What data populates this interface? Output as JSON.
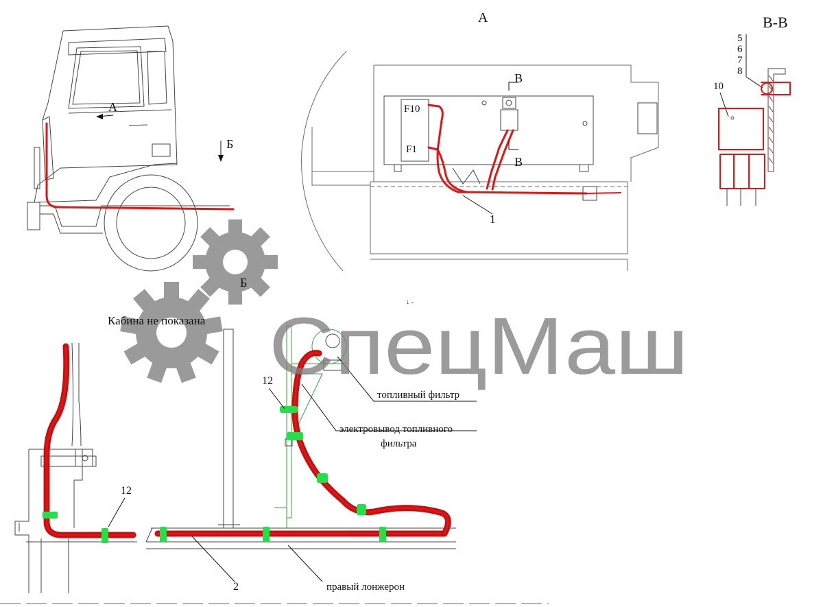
{
  "views": {
    "view_a_title": "А",
    "section_title": "В-В",
    "cab_view_marker": "А",
    "arrow_b_marker": "Б",
    "gear_marker": "Б"
  },
  "view_a": {
    "fuse_top": "F10",
    "fuse_bottom": "F1",
    "section_mark_top": "В",
    "section_mark_bottom": "В",
    "item_1": "1"
  },
  "section_bb": {
    "items": [
      "5",
      "6",
      "7",
      "8"
    ],
    "item_10": "10"
  },
  "view_b": {
    "note": "Кабина не показана",
    "item_12_left": "12",
    "item_12_right": "12",
    "item_2": "2",
    "fuel_filter": "топливный фильтр",
    "fuel_filter_lead_line1": "электровывод топливного",
    "fuel_filter_lead_line2": "фильтра",
    "right_frame_rail": "правый лонжерон",
    "small_mark": "↓ -"
  },
  "watermark": {
    "text": "СпецМаш"
  },
  "colors": {
    "cable": "#e01515",
    "clamp": "#22e04a",
    "watermark": "#7f7f7f",
    "outline": "#444444"
  }
}
